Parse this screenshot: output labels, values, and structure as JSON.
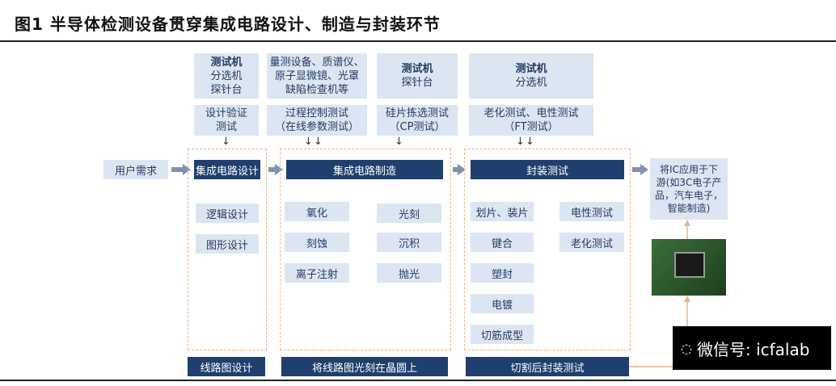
{
  "title": "图1  半导体检测设备贯穿集成电路设计、制造与封装环节",
  "top_boxes": [
    {
      "lines": [
        "测试机",
        "分选机",
        "探针台"
      ],
      "bold_first": true
    },
    {
      "lines": [
        "量测设备、质谱仪、",
        "原子显微镜、光罩",
        "缺陷检查机等"
      ],
      "bold_first": false
    },
    {
      "lines": [
        "测试机",
        "探针台"
      ],
      "bold_first": true
    },
    {
      "lines": [
        "测试机",
        "分选机"
      ],
      "bold_first": true
    }
  ],
  "test_types": [
    {
      "lines": [
        "设计验证",
        "测试"
      ]
    },
    {
      "lines": [
        "过程控制测试",
        "（在线参数测试）"
      ]
    },
    {
      "lines": [
        "硅片拣选测试",
        "（CP测试）"
      ]
    },
    {
      "lines": [
        "老化测试、电性测试",
        "（FT测试）"
      ]
    }
  ],
  "user_demand": "用户需求",
  "stages": {
    "design": {
      "header": "集成电路设计",
      "items": [
        "逻辑设计",
        "图形设计"
      ],
      "footer": "线路图设计"
    },
    "manufacturing": {
      "header": "集成电路制造",
      "items_left": [
        "氧化",
        "刻蚀",
        "离子注射"
      ],
      "items_right": [
        "光刻",
        "沉积",
        "抛光"
      ],
      "footer": "将线路图光刻在晶圆上"
    },
    "packaging": {
      "header": "封装测试",
      "items_left": [
        "划片、装片",
        "键合",
        "塑封",
        "电镀",
        "切筋成型"
      ],
      "items_right": [
        "电性测试",
        "老化测试"
      ],
      "footer": "切割后封装测试"
    }
  },
  "downstream": {
    "lines": [
      "将IC应用于下",
      "游(如3C电子产",
      "品，汽车电子，",
      "智能制造)"
    ]
  },
  "watermark": "微信号: icfalab"
}
